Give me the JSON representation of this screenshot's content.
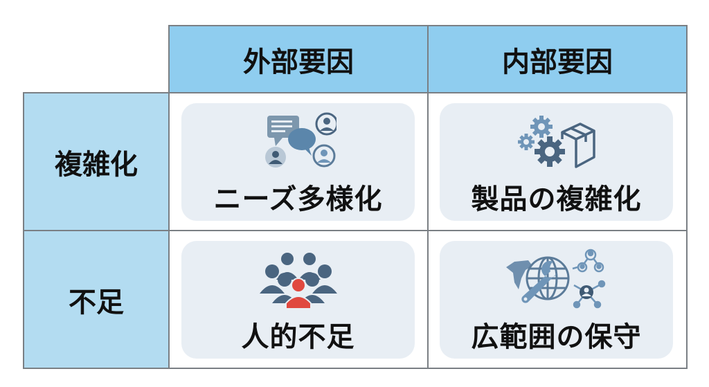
{
  "columns": [
    {
      "label": "外部要因"
    },
    {
      "label": "内部要因"
    }
  ],
  "rows": [
    {
      "label": "複雑化"
    },
    {
      "label": "不足"
    }
  ],
  "cells": [
    {
      "label": "ニーズ多様化",
      "icon": "chat-people-icon"
    },
    {
      "label": "製品の複雑化",
      "icon": "gears-box-icon"
    },
    {
      "label": "人的不足",
      "icon": "people-group-icon"
    },
    {
      "label": "広範囲の保守",
      "icon": "globe-wrench-network-icon"
    }
  ],
  "colors": {
    "column_header_bg": "#8fcdef",
    "row_header_bg": "#b3dcf1",
    "card_bg": "#e8eef4",
    "border": "#7a7f84",
    "icon_dark": "#4a6580",
    "icon_light": "#6f95b8",
    "accent_red": "#e0483f"
  }
}
